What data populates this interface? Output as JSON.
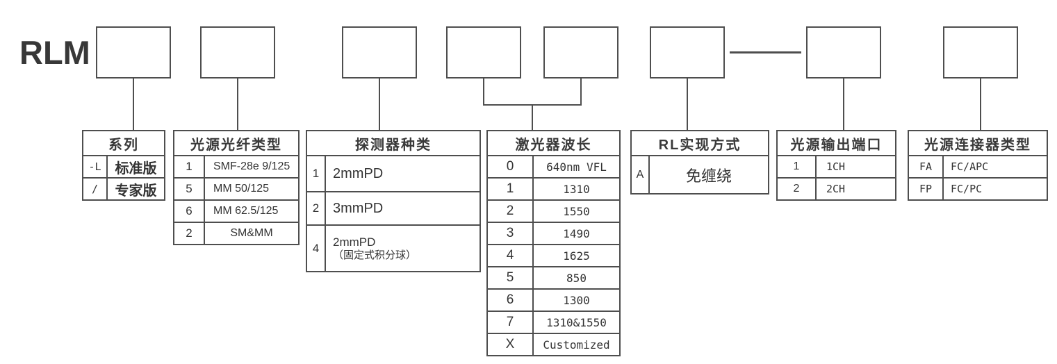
{
  "product": {
    "prefix": "RLM"
  },
  "colors": {
    "line": "#4e4e4e",
    "text": "#333333",
    "background": "#ffffff"
  },
  "tables": [
    {
      "id": "series",
      "title": "系列",
      "rows": [
        {
          "code": "-L",
          "value": "标准版"
        },
        {
          "code": "/",
          "value": "专家版"
        }
      ]
    },
    {
      "id": "source-fiber-type",
      "title": "光源光纤类型",
      "rows": [
        {
          "code": "1",
          "value": "SMF-28e 9/125"
        },
        {
          "code": "5",
          "value": "MM 50/125"
        },
        {
          "code": "6",
          "value": "MM 62.5/125"
        },
        {
          "code": "2",
          "value": "SM&MM"
        }
      ]
    },
    {
      "id": "detector-type",
      "title": "探测器种类",
      "rows": [
        {
          "code": "1",
          "value": "2mmPD"
        },
        {
          "code": "2",
          "value": "3mmPD"
        },
        {
          "code": "4",
          "value": "2mmPD",
          "value2": "（固定式积分球）"
        }
      ]
    },
    {
      "id": "laser-wavelength",
      "title": "激光器波长",
      "rows": [
        {
          "code": "0",
          "value": "640nm VFL"
        },
        {
          "code": "1",
          "value": "1310"
        },
        {
          "code": "2",
          "value": "1550"
        },
        {
          "code": "3",
          "value": "1490"
        },
        {
          "code": "4",
          "value": "1625"
        },
        {
          "code": "5",
          "value": "850"
        },
        {
          "code": "6",
          "value": "1300"
        },
        {
          "code": "7",
          "value": "1310&1550"
        },
        {
          "code": "X",
          "value": "Customized"
        }
      ]
    },
    {
      "id": "rl-method",
      "title": "RL实现方式",
      "rows": [
        {
          "code": "A",
          "value": "免缠绕"
        }
      ]
    },
    {
      "id": "source-output-port",
      "title": "光源输出端口",
      "rows": [
        {
          "code": "1",
          "value": "1CH"
        },
        {
          "code": "2",
          "value": "2CH"
        }
      ]
    },
    {
      "id": "source-connector-type",
      "title": "光源连接器类型",
      "rows": [
        {
          "code": "FA",
          "value": "FC/APC"
        },
        {
          "code": "FP",
          "value": "FC/PC"
        }
      ]
    }
  ]
}
